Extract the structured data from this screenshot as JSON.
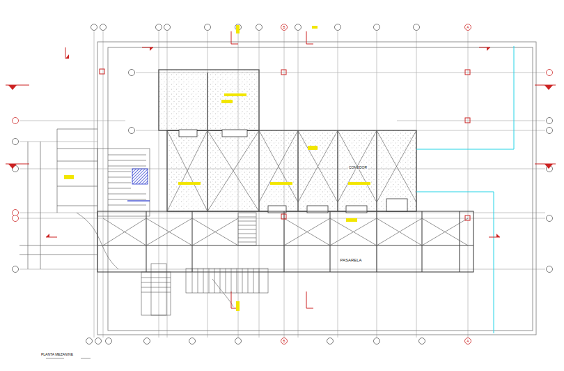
{
  "diagram": {
    "labels": [
      "PASARELA",
      "COMEDOR",
      "PLANTA MEZANINE",
      "B",
      "A",
      "B",
      "A"
    ]
  }
}
